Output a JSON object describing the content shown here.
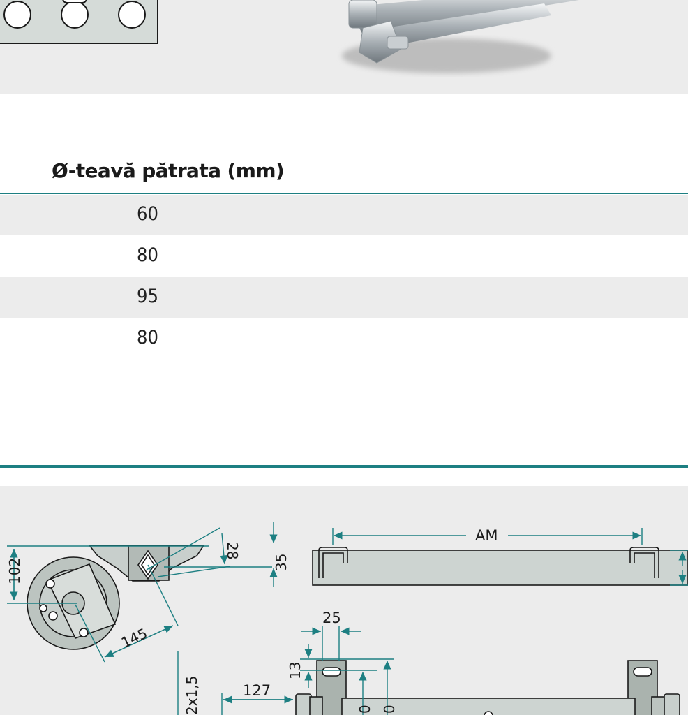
{
  "table": {
    "column_header": "Ø-teavă pătrata (mm)",
    "rows": [
      "60",
      "80",
      "95",
      "80"
    ]
  },
  "drawing": {
    "labels": {
      "d102": "102",
      "d28": "28",
      "d35": "35",
      "d145": "145",
      "am": "AM",
      "d25": "25",
      "d13": "13",
      "d127": "127",
      "d2x15": "2x1,5",
      "d0a": "0",
      "d0b": "0"
    }
  },
  "colors": {
    "accent": "#1d7f82",
    "band": "#ececec",
    "part_fill": "#d5dbd8"
  }
}
